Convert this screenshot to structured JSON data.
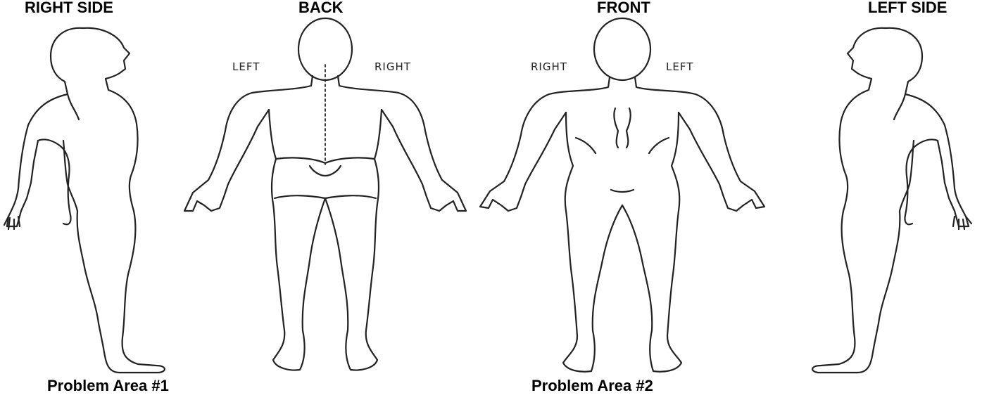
{
  "views": {
    "right_side": "RIGHT SIDE",
    "back": "BACK",
    "front": "FRONT",
    "left_side": "LEFT SIDE"
  },
  "back_sides": {
    "left": "LEFT",
    "right": "RIGHT"
  },
  "front_sides": {
    "right": "RIGHT",
    "left": "LEFT"
  },
  "problem_areas": {
    "area1": "Problem Area #1",
    "area2": "Problem Area #2"
  },
  "icons": [
    "body-side-right-icon",
    "body-back-icon",
    "body-front-icon",
    "body-side-left-icon"
  ]
}
